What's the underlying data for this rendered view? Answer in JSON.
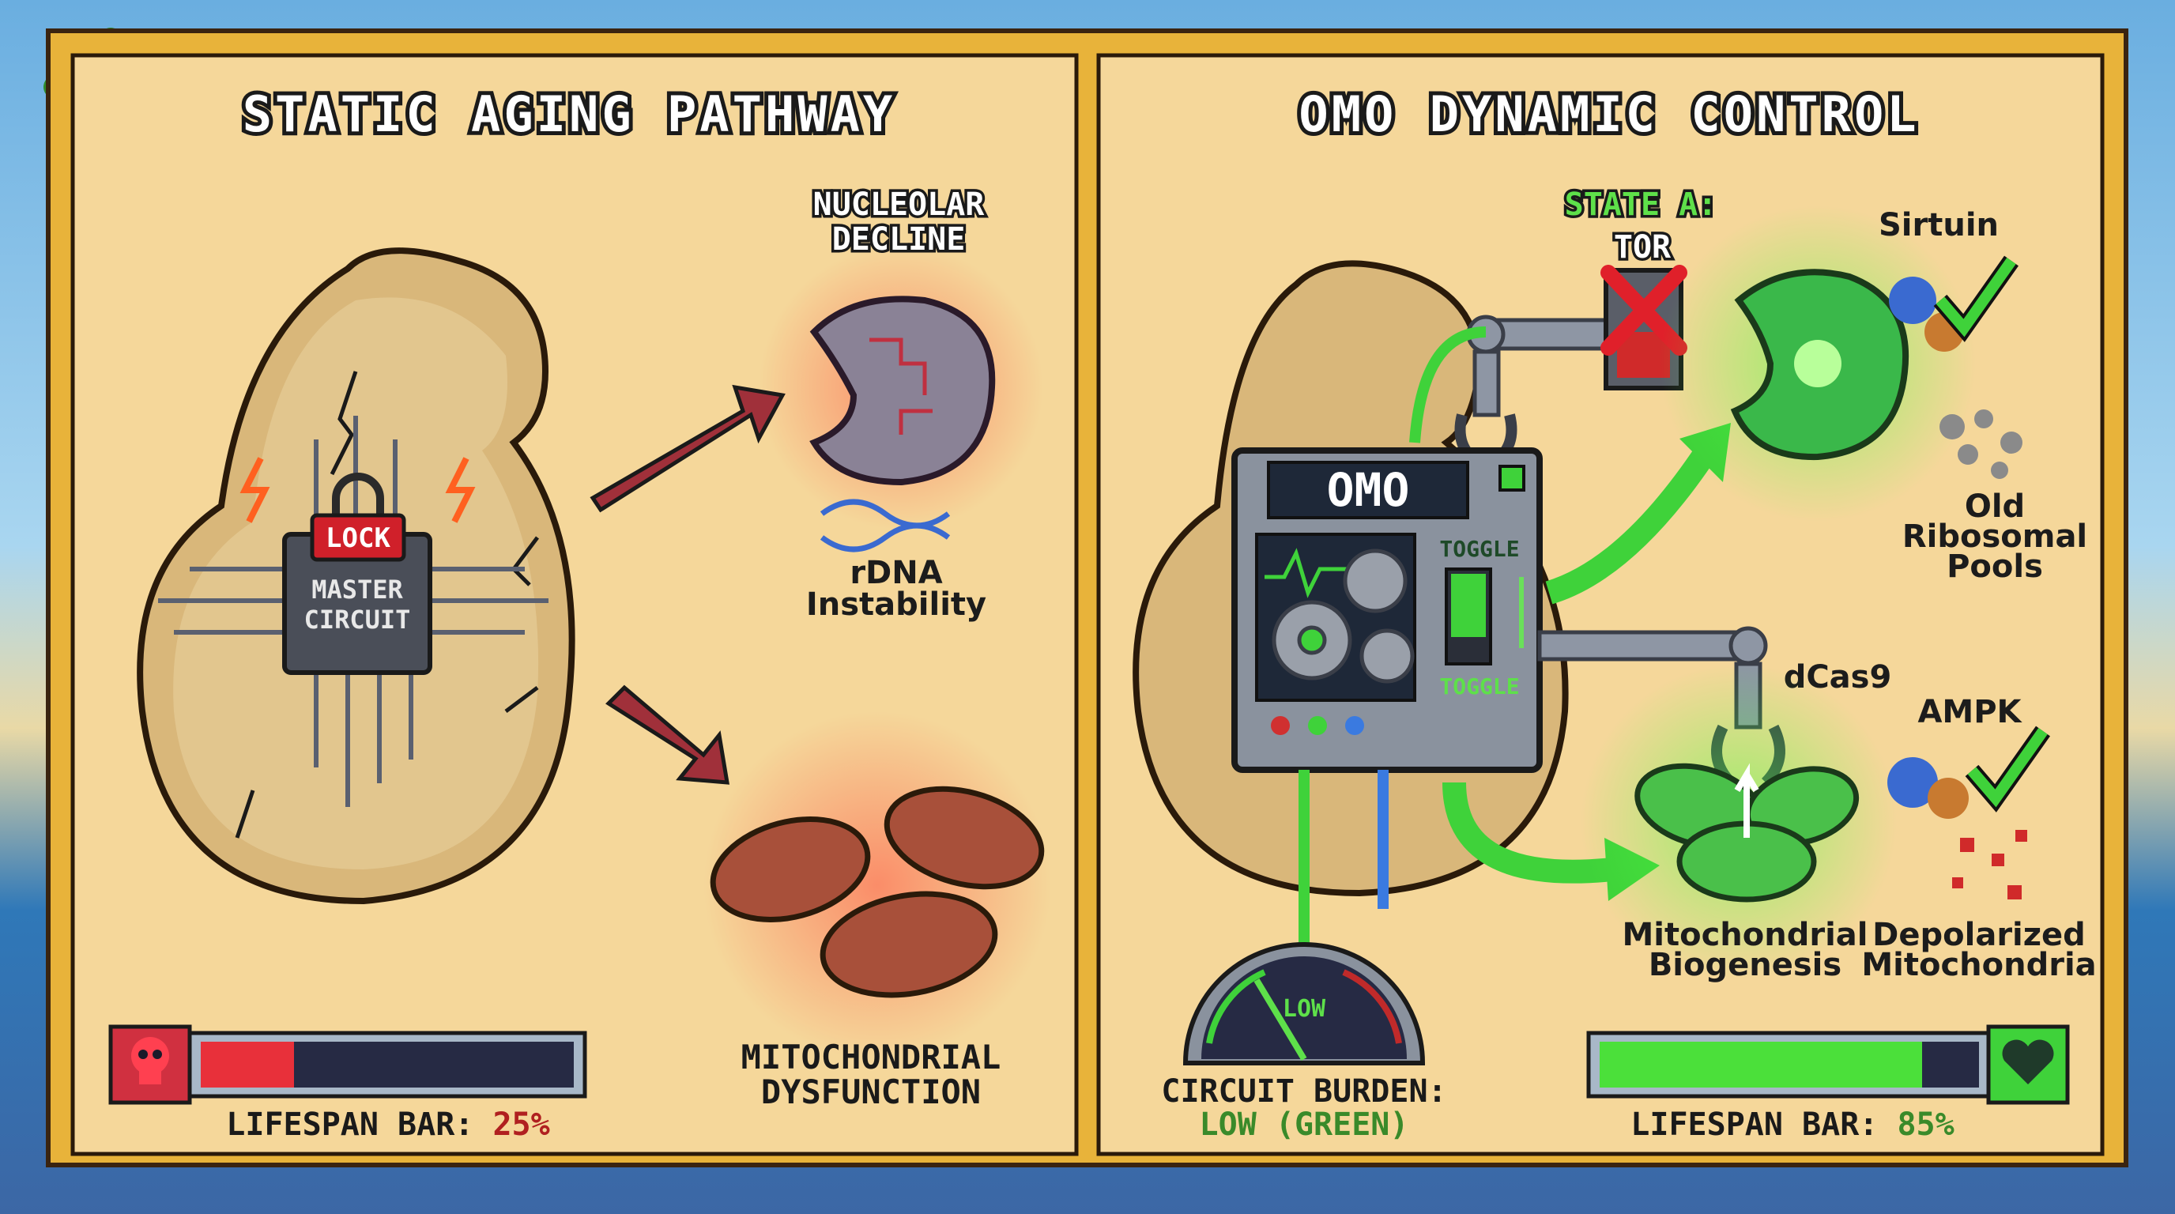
{
  "left_panel": {
    "title": "STATIC AGING PATHWAY",
    "lock_label": "LOCK",
    "chip_line1": "MASTER",
    "chip_line2": "CIRCUIT",
    "nucleolar_line1": "NUCLEOLAR",
    "nucleolar_line2": "DECLINE",
    "rdna_line1": "rDNA",
    "rdna_line2": "Instability",
    "mito_line1": "MITOCHONDRIAL",
    "mito_line2": "DYSFUNCTION",
    "lifespan": {
      "label": "LIFESPAN BAR: ",
      "value_text": "25%",
      "percent": 25,
      "color": "#e8303a",
      "icon": "skull-icon"
    }
  },
  "right_panel": {
    "title": "OMO DYNAMIC CONTROL",
    "state_label": "STATE A:",
    "tor_label": "TOR",
    "omo_label": "OMO",
    "toggle_top": "TOGGLE",
    "toggle_bottom": "TOGGLE",
    "sirtuin_label": "Sirtuin",
    "ribosomal_line1": "Old",
    "ribosomal_line2": "Ribosomal",
    "ribosomal_line3": "Pools",
    "dcas9_label": "dCas9",
    "ampk_label": "AMPK",
    "biogenesis_line1": "Mitochondrial",
    "biogenesis_line2": "Biogenesis",
    "depolarized_line1": "Depolarized",
    "depolarized_line2": "Mitochondria",
    "gauge_label": "LOW",
    "burden_label": "CIRCUIT BURDEN:",
    "burden_value": "LOW (GREEN)",
    "lifespan": {
      "label": "LIFESPAN BAR: ",
      "value_text": "85%",
      "percent": 85,
      "color": "#4be03a",
      "icon": "heart-icon"
    }
  },
  "colors": {
    "frame": "#e8b33a",
    "parchment": "#f5d79a",
    "accent_green": "#3fd23a",
    "accent_red": "#e0303a",
    "sky": "#4a6fa5"
  }
}
